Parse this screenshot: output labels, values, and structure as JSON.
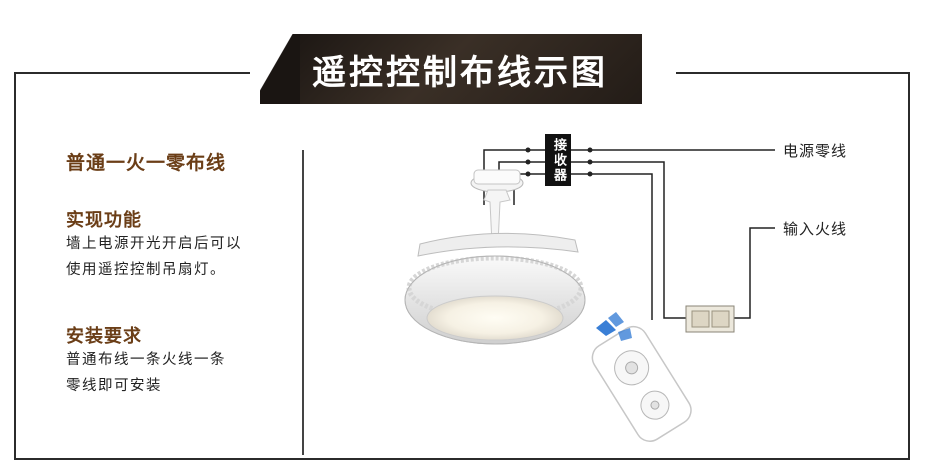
{
  "title": "遥控控制布线示图",
  "section_main": "普通一火一零布线",
  "features": {
    "heading": "实现功能",
    "line1": "墙上电源开光开启后可以",
    "line2": "使用遥控控制吊扇灯。"
  },
  "requirements": {
    "heading": "安装要求",
    "line1": "普通布线一条火线一条",
    "line2": "零线即可安装"
  },
  "receiver_label": "接收器",
  "wires": {
    "neutral": "电源零线",
    "live": "输入火线"
  }
}
